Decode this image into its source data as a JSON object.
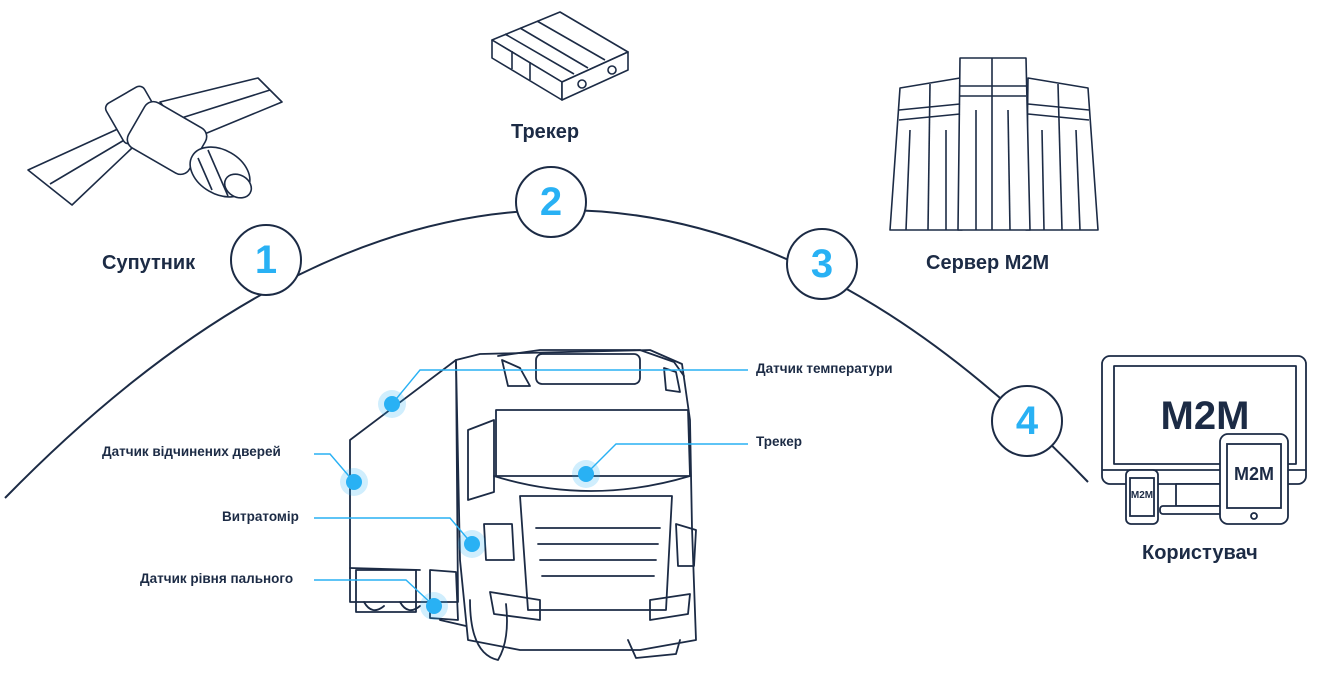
{
  "steps": [
    {
      "number": "1",
      "label": "Супутник"
    },
    {
      "number": "2",
      "label": "Трекер"
    },
    {
      "number": "3",
      "label": "Сервер M2M"
    },
    {
      "number": "4",
      "label": "Користувач"
    }
  ],
  "sensors": {
    "temperature": "Датчик температури",
    "door": "Датчик відчинених дверей",
    "tracker": "Трекер",
    "flowmeter": "Витратомір",
    "fuel_level": "Датчик рівня пального"
  },
  "devices": {
    "monitor": "M2M",
    "tablet": "M2M",
    "phone": "M2M"
  },
  "colors": {
    "line": "#1c2b45",
    "accent": "#29b1f4"
  }
}
